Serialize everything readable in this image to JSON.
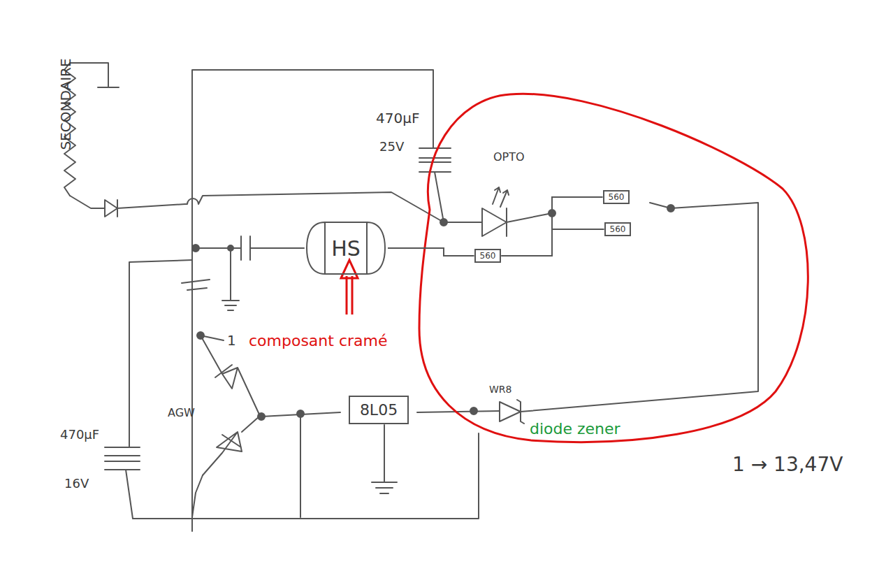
{
  "diagram": {
    "nodes": [
      {
        "text": [
          "HS"
        ]
      },
      {
        "text": [
          "560"
        ]
      },
      {
        "text": [
          "560"
        ]
      },
      {
        "text": [
          "560"
        ]
      },
      {
        "text": [
          "8L05"
        ]
      }
    ],
    "edges": [
      {
        "from": 0,
        "to": 1,
        "arrow": "none"
      },
      {
        "from": 1,
        "to": 2,
        "arrow": "none"
      },
      {
        "from": 1,
        "to": 3,
        "arrow": "none"
      }
    ],
    "labels": [
      "SECONDAIRE",
      "470µF",
      "25V",
      "OPTO",
      "1",
      "AGW",
      "470µF",
      "16V",
      "WR8",
      "composant cramé",
      "diode zener",
      "1 → 13,47V"
    ]
  }
}
